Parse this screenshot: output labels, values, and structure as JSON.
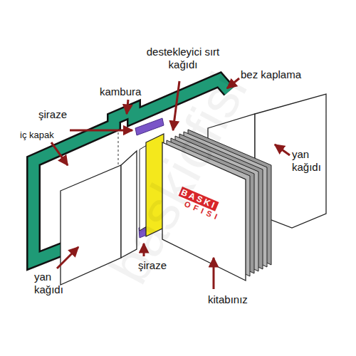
{
  "diagram": {
    "labels": [
      "destekleyici sırt kağıdı",
      "bez kaplama",
      "kambura",
      "şiraze",
      "iç kapak",
      "yan kağıdı",
      "şiraze",
      "yan kağıdı",
      "kitabınız",
      "BASKI",
      "OFISI",
      "baskiofisi"
    ]
  }
}
